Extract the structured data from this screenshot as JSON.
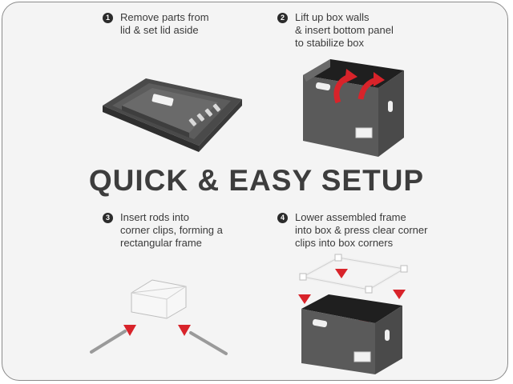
{
  "headline": "QUICK & EASY SETUP",
  "steps": [
    {
      "number": "1",
      "lines": [
        "Remove parts from",
        "lid & set lid aside"
      ]
    },
    {
      "number": "2",
      "lines": [
        "Lift up box walls",
        "& insert bottom panel",
        "to stabilize box"
      ]
    },
    {
      "number": "3",
      "lines": [
        "Insert rods into",
        "corner clips, forming a",
        "rectangular frame"
      ]
    },
    {
      "number": "4",
      "lines": [
        "Lower assembled frame",
        "into box & press clear corner",
        "clips into box corners"
      ]
    }
  ],
  "colors": {
    "fabric": "#555555",
    "fabric_dark": "#3a3a3a",
    "arrow": "#d8232a",
    "text": "#3a3a3a",
    "border": "#8a8a8a"
  }
}
